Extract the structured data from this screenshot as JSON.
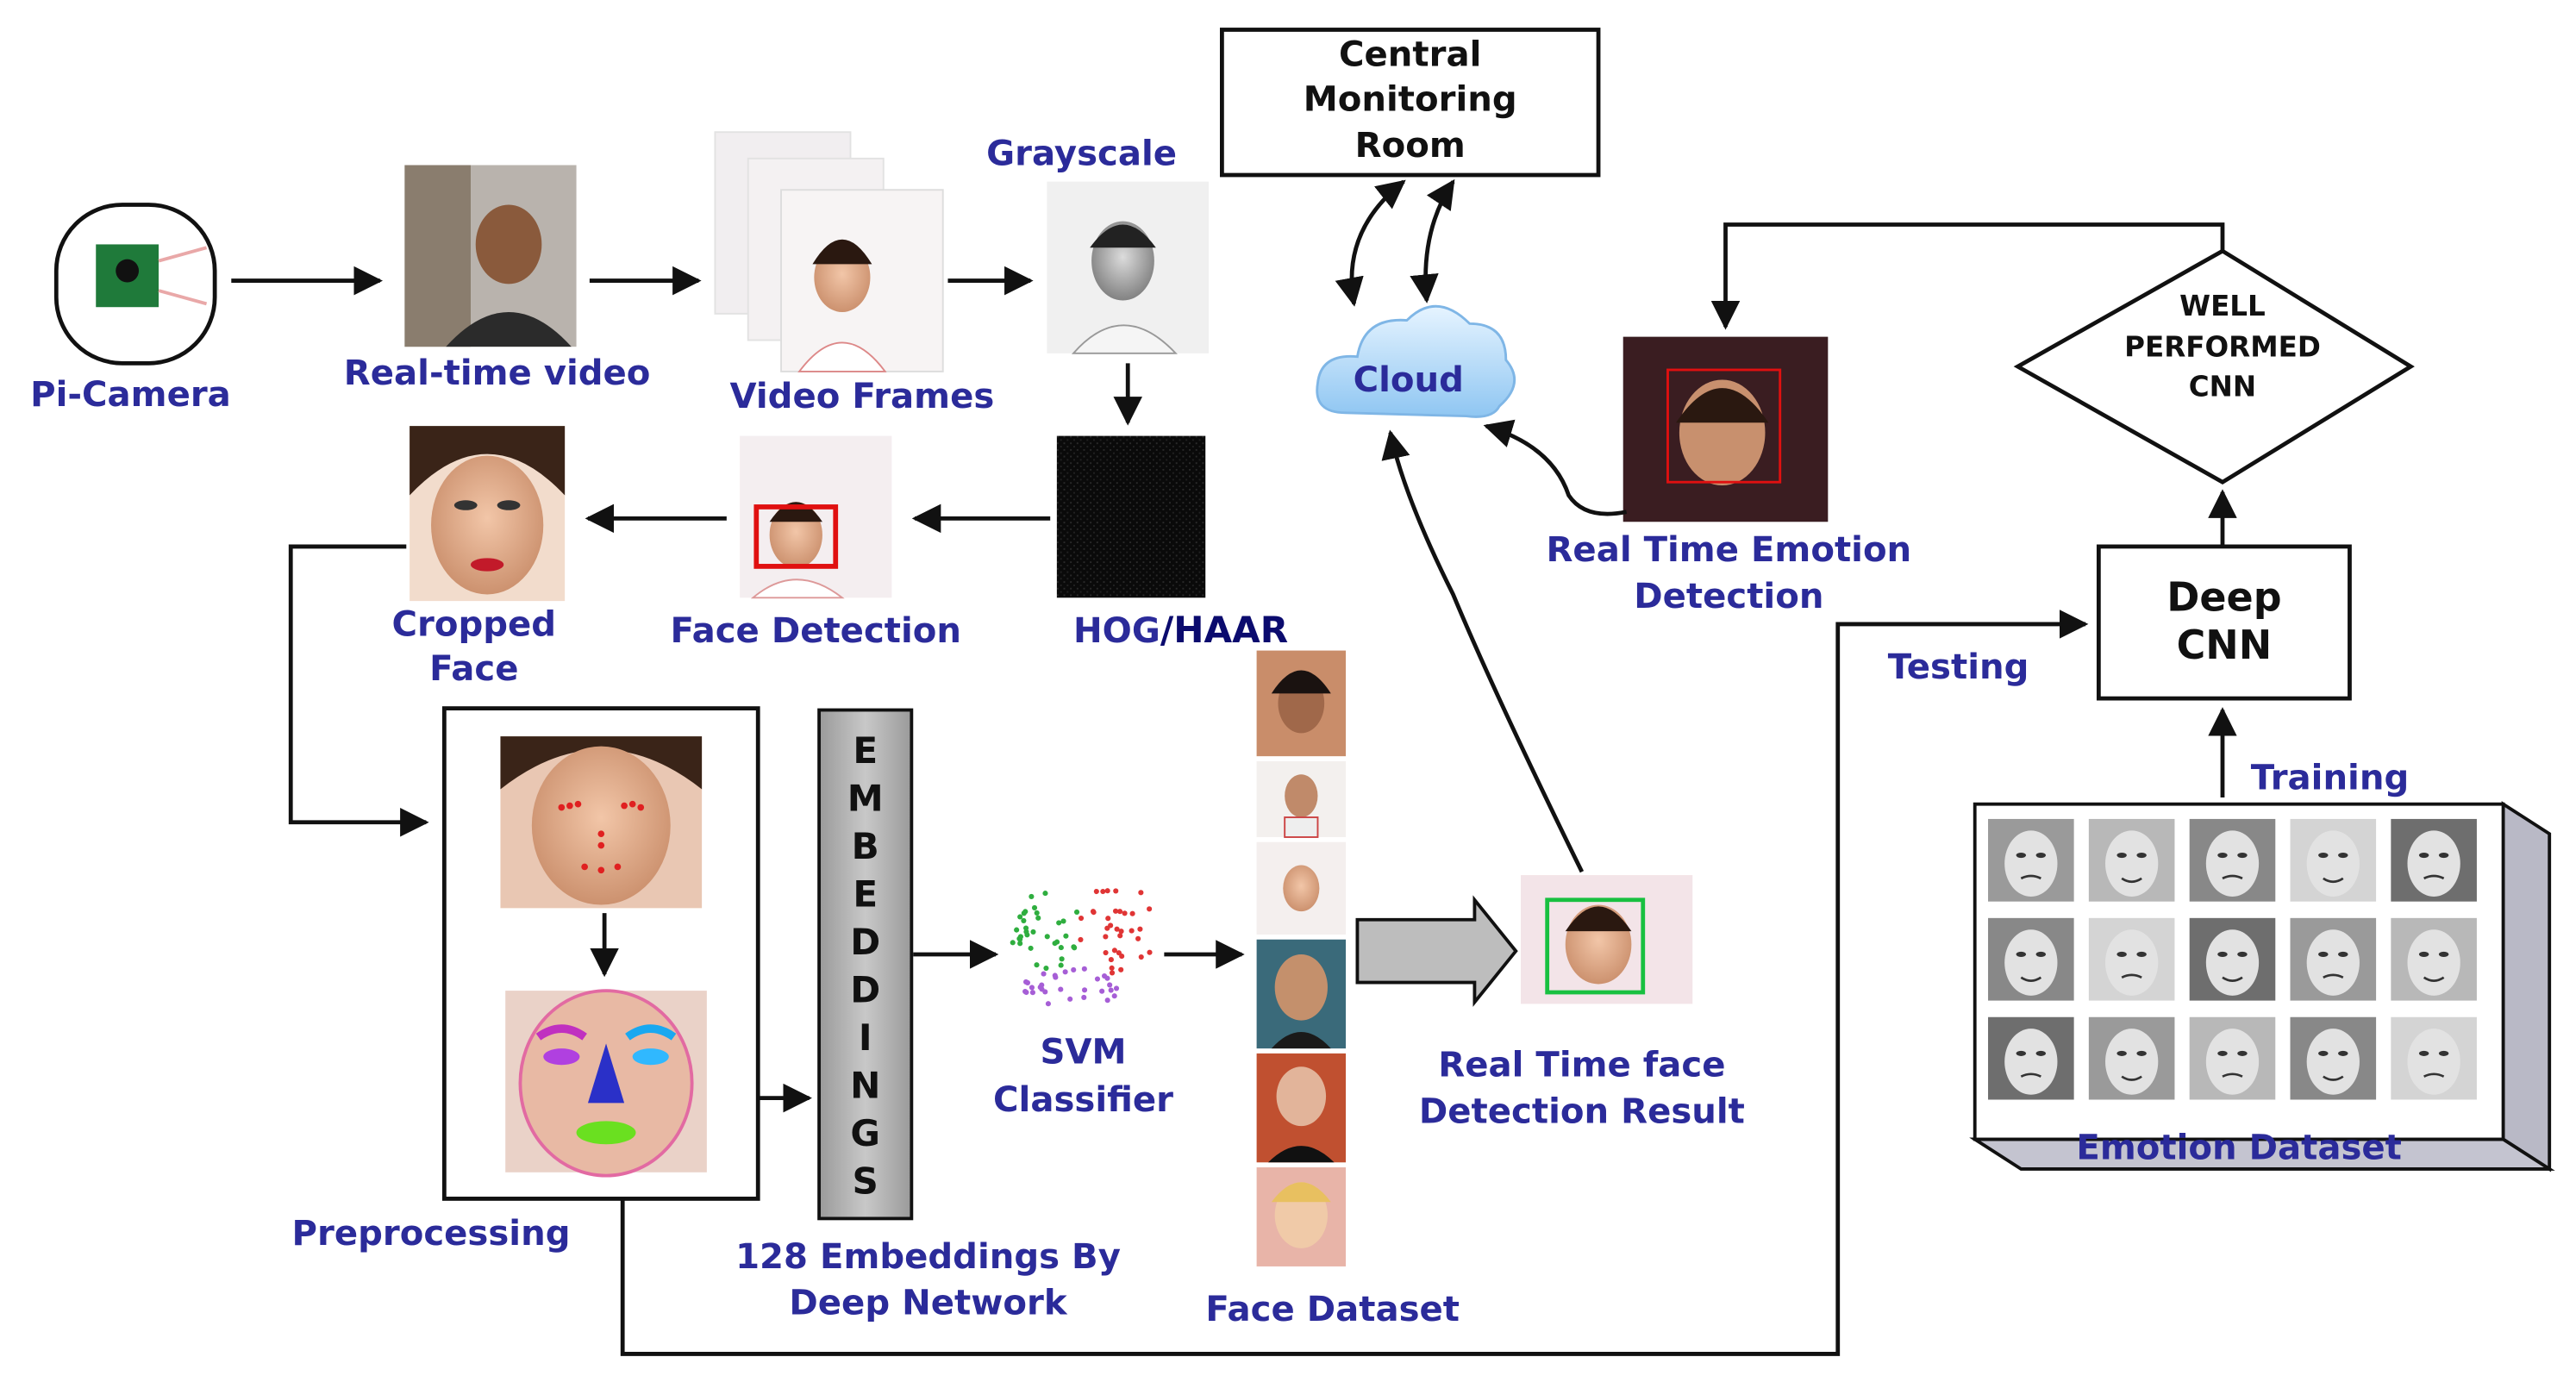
{
  "labels": {
    "pi_camera": "Pi-Camera",
    "realtime_video": "Real-time video",
    "video_frames": "Video Frames",
    "grayscale": "Grayscale",
    "hog": "HOG",
    "haar": "/HAAR",
    "face_detection": "Face Detection",
    "cropped_face_1": "Cropped",
    "cropped_face_2": "Face",
    "preprocessing": "Preprocessing",
    "embeddings_vertical": [
      "E",
      "M",
      "B",
      "E",
      "D",
      "D",
      "I",
      "N",
      "G",
      "S"
    ],
    "embeddings_caption_1": "128 Embeddings By",
    "embeddings_caption_2": "Deep Network",
    "svm_1": "SVM",
    "svm_2": "Classifier",
    "face_dataset": "Face Dataset",
    "rt_face_1": "Real Time face",
    "rt_face_2": "Detection Result",
    "central_1": "Central",
    "central_2": "Monitoring",
    "central_3": "Room",
    "cloud": "Cloud",
    "rt_emotion_1": "Real Time Emotion",
    "rt_emotion_2": "Detection",
    "well_1": "WELL",
    "well_2": "PERFORMED",
    "well_3": "CNN",
    "deep_1": "Deep",
    "deep_2": "CNN",
    "testing": "Testing",
    "training": "Training",
    "emotion_dataset": "Emotion Dataset"
  },
  "colors": {
    "label_blue": "#2b2b9a",
    "haar_navy": "#0b0b6e",
    "box_border": "#111111",
    "detection_red": "#e01010",
    "detection_green": "#18c040",
    "cloud_fill": "#bfe0fb"
  }
}
